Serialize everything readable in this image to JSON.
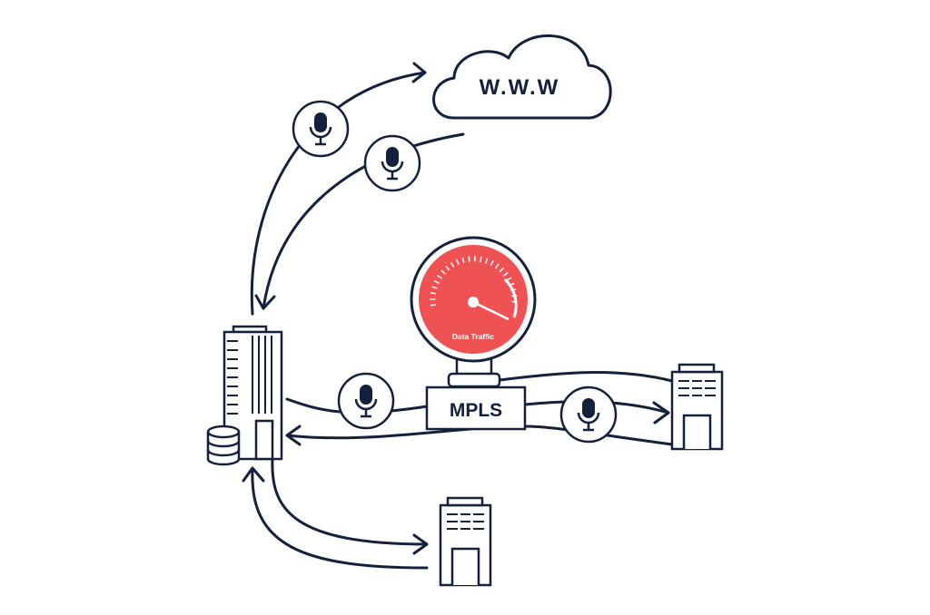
{
  "colors": {
    "ink": "#14213d",
    "gauge_red": "#ef5253",
    "background": "#ffffff"
  },
  "cloud": {
    "label": "W.W.W",
    "icon": "cloud-icon"
  },
  "mpls": {
    "label": "MPLS"
  },
  "gauge": {
    "label": "Data Traffic",
    "icon": "speedometer-icon"
  },
  "icons": {
    "microphone": "microphone-icon",
    "headquarters": "office-tower-icon",
    "database": "database-icon",
    "branch": "branch-office-icon"
  }
}
